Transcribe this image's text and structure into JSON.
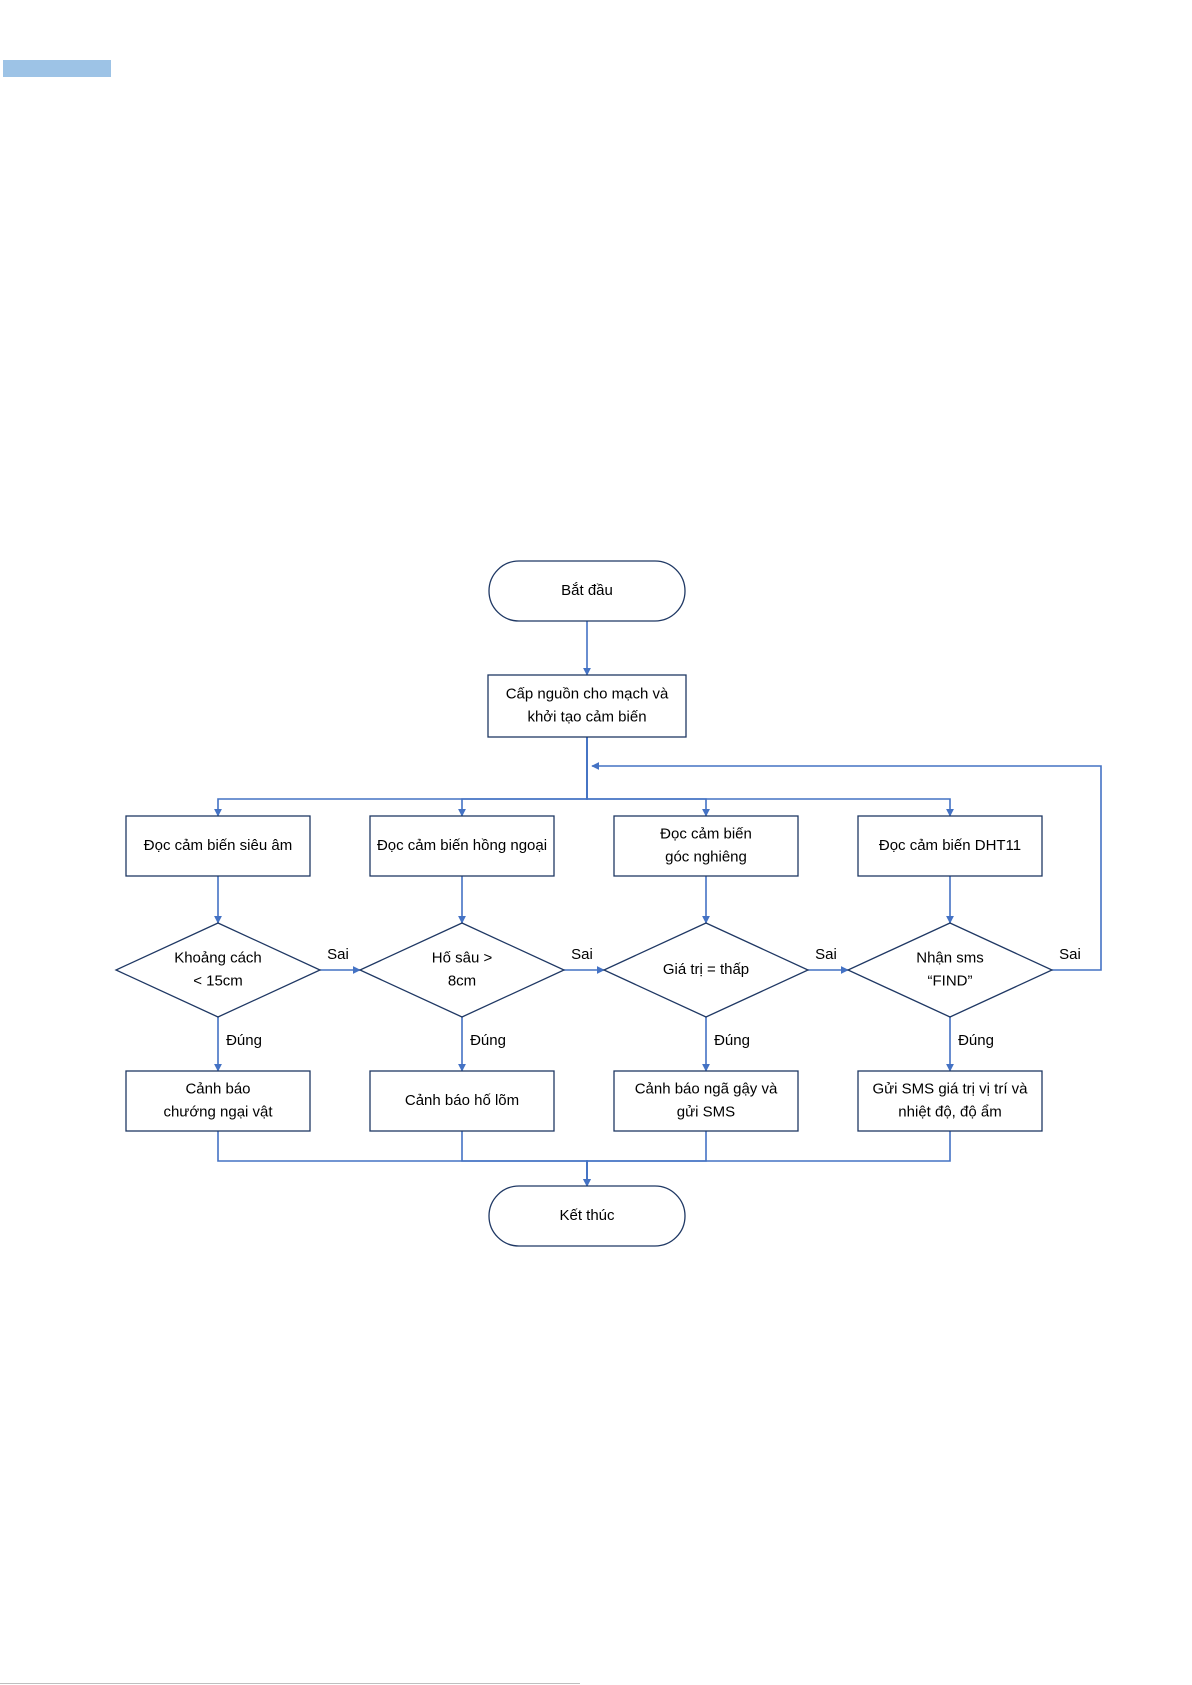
{
  "colors": {
    "header_bar": "#9dc3e6",
    "node_border": "#1f3864",
    "edge": "#4472c4",
    "text": "#000000",
    "background": "#ffffff"
  },
  "nodes": [
    {
      "id": "start",
      "shape": "terminator",
      "lines": [
        "Bắt đầu"
      ]
    },
    {
      "id": "init",
      "shape": "process",
      "lines": [
        "Cấp nguồn cho mạch và",
        "khởi tạo cảm  biến"
      ]
    },
    {
      "id": "read_ultrasonic",
      "shape": "process",
      "lines": [
        "Đọc cảm biến siêu âm"
      ]
    },
    {
      "id": "read_infrared",
      "shape": "process",
      "lines": [
        "Đọc cảm biến hồng ngoại"
      ]
    },
    {
      "id": "read_tilt",
      "shape": "process",
      "lines": [
        "Đọc cảm biến",
        "góc nghiêng"
      ]
    },
    {
      "id": "read_dht11",
      "shape": "process",
      "lines": [
        "Đọc cảm biến DHT11"
      ]
    },
    {
      "id": "check_distance",
      "shape": "decision",
      "lines": [
        "Khoảng cách",
        "< 15cm"
      ]
    },
    {
      "id": "check_hole",
      "shape": "decision",
      "lines": [
        "Hố sâu >",
        "8cm"
      ]
    },
    {
      "id": "check_tilt",
      "shape": "decision",
      "lines": [
        "Giá trị = thấp"
      ]
    },
    {
      "id": "check_sms",
      "shape": "decision",
      "lines": [
        "Nhận sms",
        "“FIND”"
      ]
    },
    {
      "id": "warn_obstacle",
      "shape": "process",
      "lines": [
        "Cảnh báo",
        "chướng ngại vật"
      ]
    },
    {
      "id": "warn_hole",
      "shape": "process",
      "lines": [
        "Cảnh báo hố lõm"
      ]
    },
    {
      "id": "warn_fall",
      "shape": "process",
      "lines": [
        "Cảnh báo ngã gậy và",
        "gửi SMS"
      ]
    },
    {
      "id": "send_sms",
      "shape": "process",
      "lines": [
        "Gửi SMS giá trị vị trí và",
        "nhiệt độ, độ ẩm"
      ]
    },
    {
      "id": "end",
      "shape": "terminator",
      "lines": [
        "Kết thúc"
      ]
    }
  ],
  "edges": [
    {
      "from": "start",
      "to": "init",
      "label": ""
    },
    {
      "from": "init",
      "to": "read_ultrasonic",
      "label": ""
    },
    {
      "from": "init",
      "to": "read_infrared",
      "label": ""
    },
    {
      "from": "init",
      "to": "read_tilt",
      "label": ""
    },
    {
      "from": "init",
      "to": "read_dht11",
      "label": ""
    },
    {
      "from": "read_ultrasonic",
      "to": "check_distance",
      "label": ""
    },
    {
      "from": "read_infrared",
      "to": "check_hole",
      "label": ""
    },
    {
      "from": "read_tilt",
      "to": "check_tilt",
      "label": ""
    },
    {
      "from": "read_dht11",
      "to": "check_sms",
      "label": ""
    },
    {
      "from": "check_distance",
      "to": "check_hole",
      "label": "Sai"
    },
    {
      "from": "check_hole",
      "to": "check_tilt",
      "label": "Sai"
    },
    {
      "from": "check_tilt",
      "to": "check_sms",
      "label": "Sai"
    },
    {
      "from": "check_sms",
      "to": "loop",
      "label": "Sai"
    },
    {
      "from": "check_distance",
      "to": "warn_obstacle",
      "label": "Đúng"
    },
    {
      "from": "check_hole",
      "to": "warn_hole",
      "label": "Đúng"
    },
    {
      "from": "check_tilt",
      "to": "warn_fall",
      "label": "Đúng"
    },
    {
      "from": "check_sms",
      "to": "send_sms",
      "label": "Đúng"
    },
    {
      "from": "warn_obstacle",
      "to": "end",
      "label": ""
    },
    {
      "from": "warn_hole",
      "to": "end",
      "label": ""
    },
    {
      "from": "warn_fall",
      "to": "end",
      "label": ""
    },
    {
      "from": "send_sms",
      "to": "end",
      "label": ""
    }
  ]
}
